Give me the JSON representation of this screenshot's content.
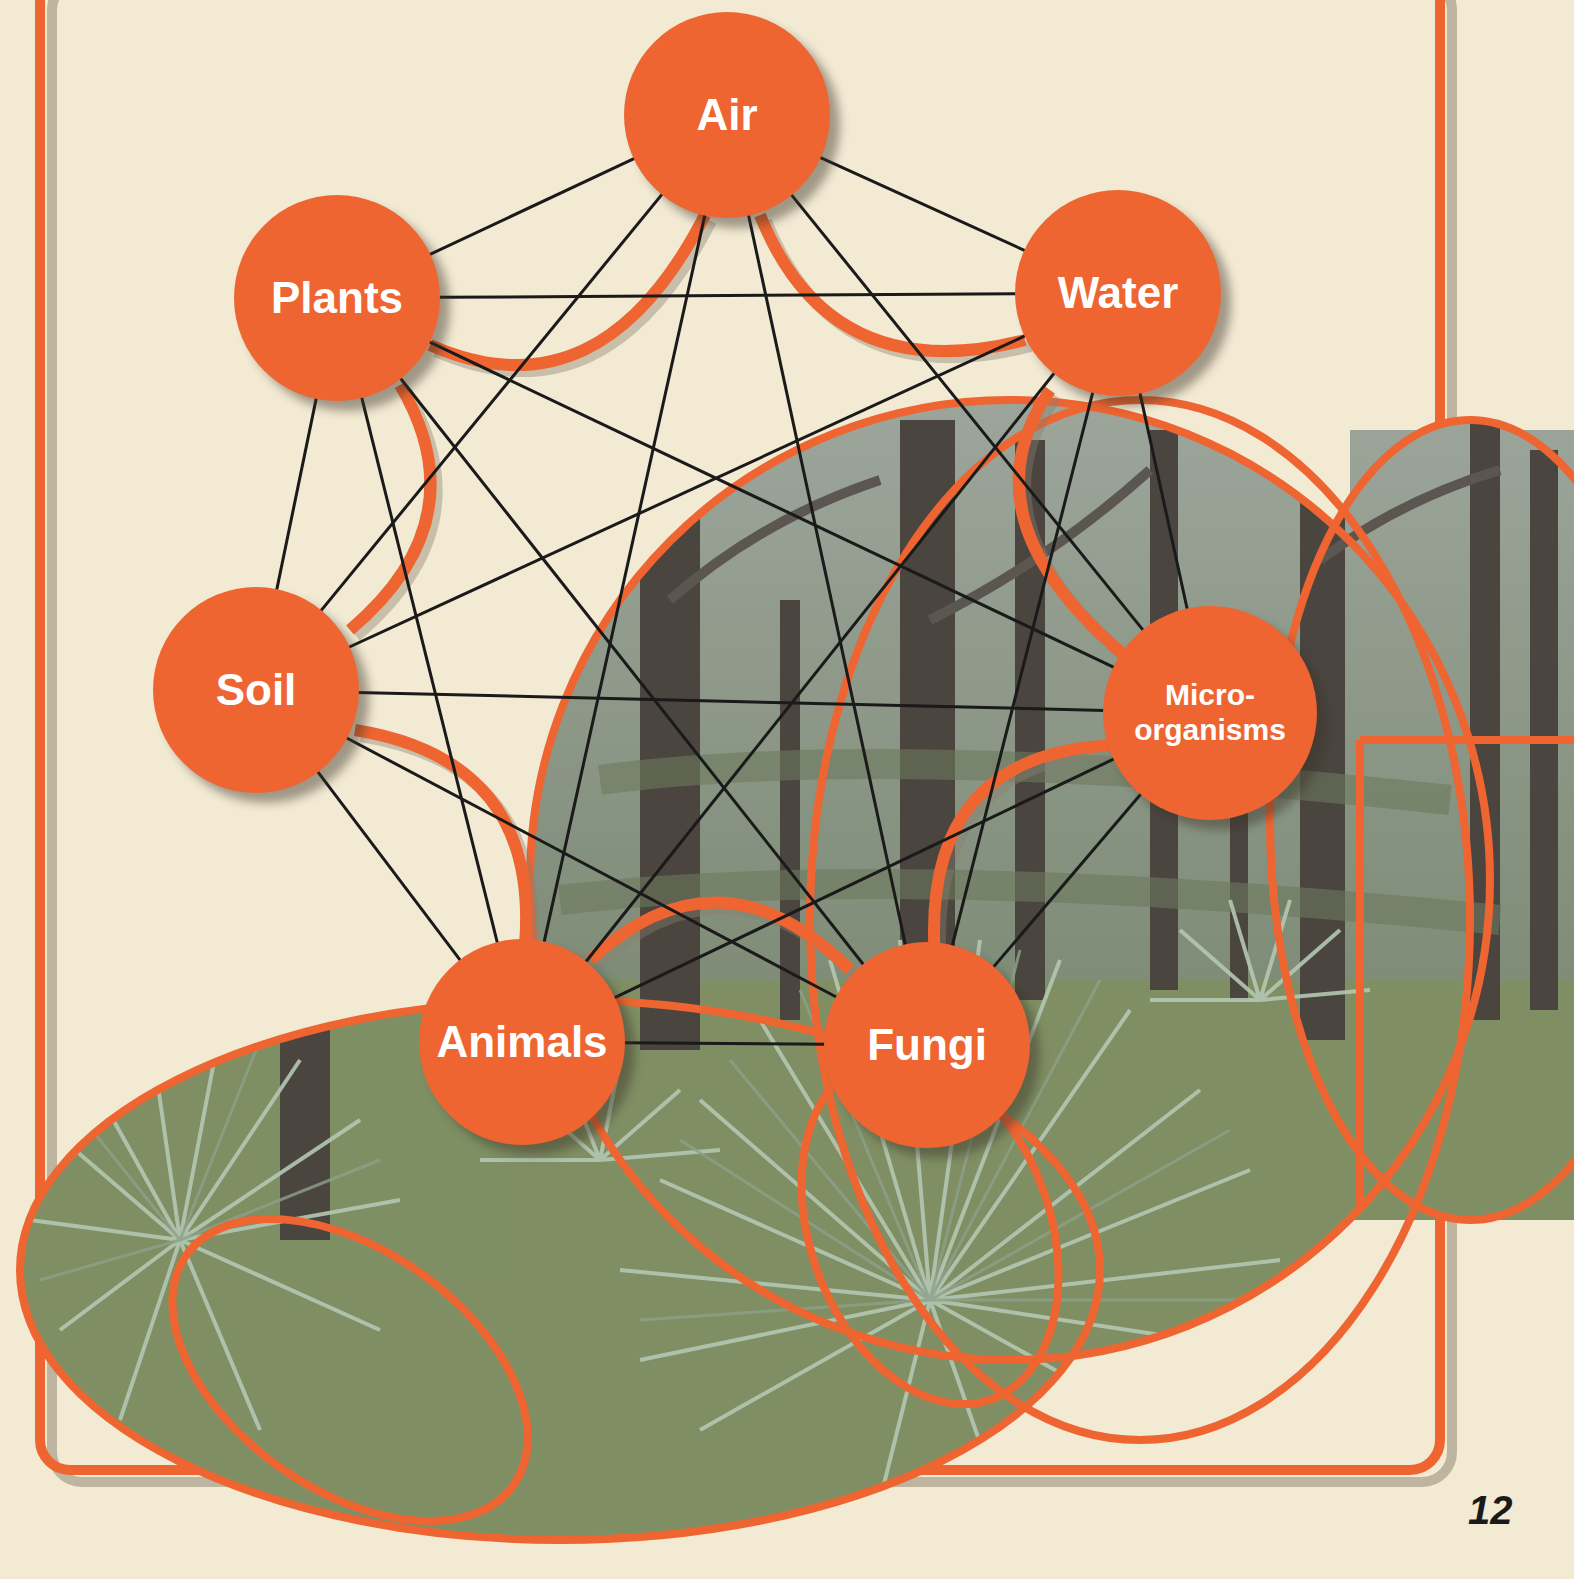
{
  "diagram": {
    "nodes": [
      {
        "text": [
          "Air"
        ]
      },
      {
        "text": [
          "Plants"
        ]
      },
      {
        "text": [
          "Water"
        ]
      },
      {
        "text": [
          "Soil"
        ]
      },
      {
        "text": [
          "Micro- organisms"
        ]
      },
      {
        "text": [
          "Animals"
        ]
      },
      {
        "text": [
          "Fungi"
        ]
      }
    ],
    "edges": [
      {
        "from": 0,
        "to": 1,
        "arrow": "none"
      },
      {
        "from": 0,
        "to": 2,
        "arrow": "none"
      },
      {
        "from": 0,
        "to": 3,
        "arrow": "none"
      },
      {
        "from": 0,
        "to": 4,
        "arrow": "none"
      },
      {
        "from": 0,
        "to": 5,
        "arrow": "none"
      },
      {
        "from": 0,
        "to": 6,
        "arrow": "none"
      },
      {
        "from": 1,
        "to": 2,
        "arrow": "none"
      },
      {
        "from": 1,
        "to": 3,
        "arrow": "none"
      },
      {
        "from": 1,
        "to": 4,
        "arrow": "none"
      },
      {
        "from": 1,
        "to": 5,
        "arrow": "none"
      },
      {
        "from": 1,
        "to": 6,
        "arrow": "none"
      },
      {
        "from": 2,
        "to": 3,
        "arrow": "none"
      },
      {
        "from": 2,
        "to": 4,
        "arrow": "none"
      },
      {
        "from": 2,
        "to": 5,
        "arrow": "none"
      },
      {
        "from": 2,
        "to": 6,
        "arrow": "none"
      },
      {
        "from": 3,
        "to": 4,
        "arrow": "none"
      },
      {
        "from": 3,
        "to": 5,
        "arrow": "none"
      },
      {
        "from": 3,
        "to": 6,
        "arrow": "none"
      },
      {
        "from": 4,
        "to": 5,
        "arrow": "none"
      },
      {
        "from": 4,
        "to": 6,
        "arrow": "none"
      },
      {
        "from": 5,
        "to": 6,
        "arrow": "none"
      }
    ],
    "labels": [
      "12"
    ]
  }
}
